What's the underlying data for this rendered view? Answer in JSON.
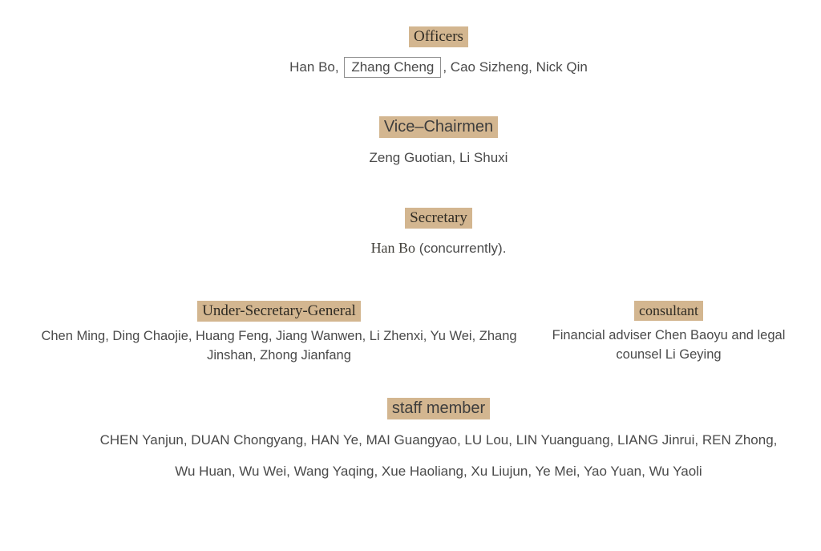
{
  "page": {
    "background": "#ffffff",
    "highlight_color": "#d3b690",
    "box_border_color": "#8f8f8f",
    "body_text_color": "#4a4a4a"
  },
  "sections": {
    "officers": {
      "heading": "Officers",
      "names_prefix": "Han Bo,",
      "boxed_name": "Zhang Cheng",
      "names_suffix": ", Cao Sizheng, Nick Qin"
    },
    "vice_chairmen": {
      "heading": "Vice–Chairmen",
      "names": "Zeng Guotian, Li Shuxi"
    },
    "secretary": {
      "heading": "Secretary",
      "name": "Han Bo",
      "note": " (concurrently)."
    },
    "under_secretary_general": {
      "heading": "Under-Secretary-General",
      "names": "Chen Ming, Ding Chaojie, Huang Feng, Jiang Wanwen, Li Zhenxi, Yu Wei, Zhang Jinshan, Zhong Jianfang"
    },
    "consultant": {
      "heading": "consultant",
      "names": "Financial adviser Chen Baoyu and legal counsel Li Geying"
    },
    "staff": {
      "heading": "staff member",
      "line1": "CHEN Yanjun, DUAN Chongyang, HAN Ye, MAI Guangyao, LU Lou, LIN Yuanguang, LIANG Jinrui, REN Zhong,",
      "line2": "Wu Huan, Wu Wei, Wang Yaqing, Xue Haoliang, Xu Liujun, Ye Mei, Yao Yuan, Wu Yaoli"
    }
  }
}
